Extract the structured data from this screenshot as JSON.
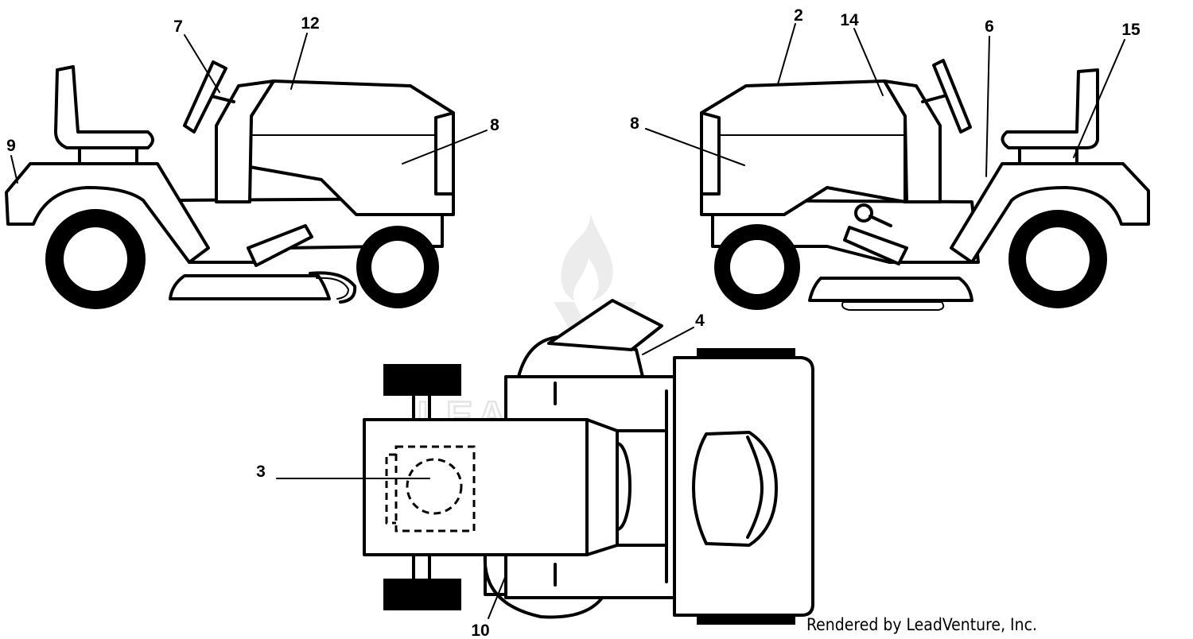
{
  "callouts": {
    "c2": "2",
    "c3": "3",
    "c4": "4",
    "c6": "6",
    "c7": "7",
    "c8_left": "8",
    "c8_right": "8",
    "c9": "9",
    "c10": "10",
    "c12": "12",
    "c14": "14",
    "c15": "15"
  },
  "watermark": {
    "text": "LEADVENTURE"
  },
  "credit": "Rendered by LeadVenture, Inc."
}
